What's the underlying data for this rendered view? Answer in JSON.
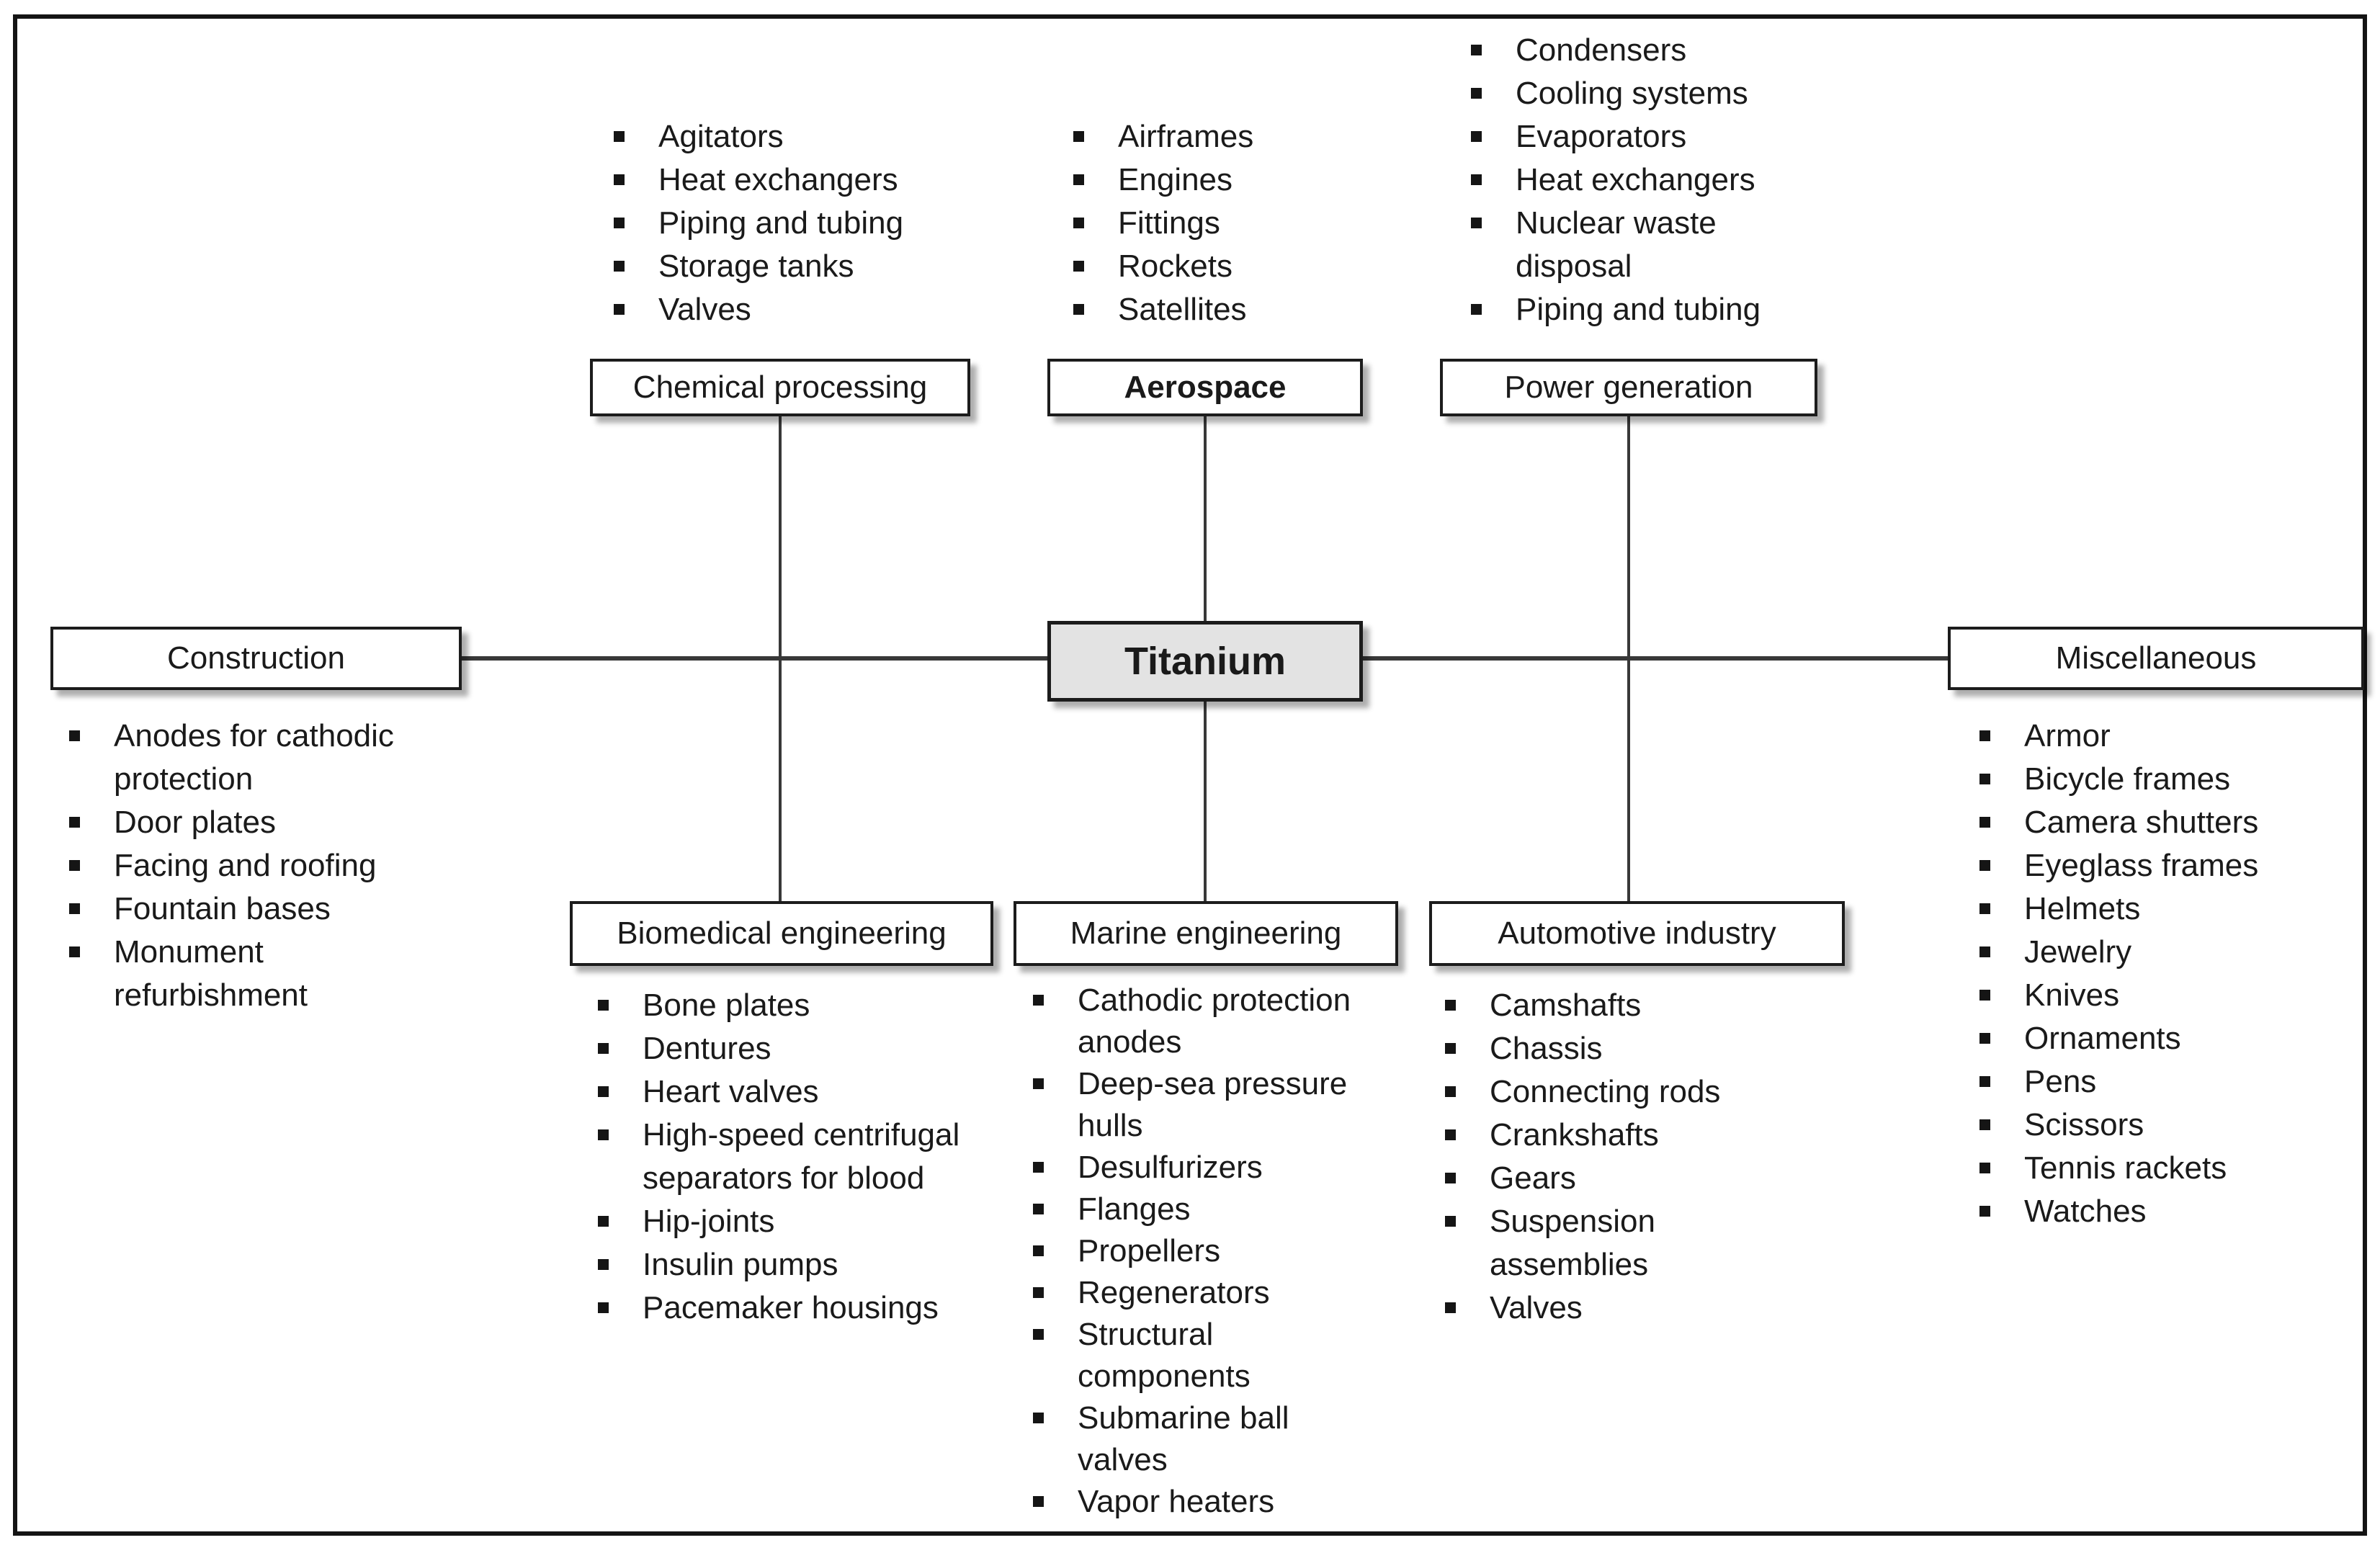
{
  "diagram": {
    "center_label": "Titanium",
    "colors": {
      "center_box_fill": "#e3e3e3",
      "node_box_fill": "#ffffff",
      "border": "#1c1c1c",
      "connector": "#383838",
      "text": "#1a1a1a"
    },
    "nodes": [
      {
        "label": "Chemical processing",
        "position": "top-left",
        "items": [
          "Agitators",
          "Heat exchangers",
          "Piping and tubing",
          "Storage tanks",
          "Valves"
        ]
      },
      {
        "label": "Aerospace",
        "position": "top-center",
        "items": [
          "Airframes",
          "Engines",
          "Fittings",
          "Rockets",
          "Satellites"
        ]
      },
      {
        "label": "Power generation",
        "position": "top-right",
        "items": [
          "Condensers",
          "Cooling systems",
          "Evaporators",
          "Heat exchangers",
          "Nuclear waste disposal",
          "Piping and tubing"
        ]
      },
      {
        "label": "Construction",
        "position": "middle-left",
        "items": [
          "Anodes for cathodic protection",
          "Door plates",
          "Facing and roofing",
          "Fountain bases",
          "Monument refurbishment"
        ]
      },
      {
        "label": "Miscellaneous",
        "position": "middle-right",
        "items": [
          "Armor",
          "Bicycle frames",
          "Camera shutters",
          "Eyeglass frames",
          "Helmets",
          "Jewelry",
          "Knives",
          "Ornaments",
          "Pens",
          "Scissors",
          "Tennis rackets",
          "Watches"
        ]
      },
      {
        "label": "Biomedical engineering",
        "position": "bottom-left",
        "items": [
          "Bone plates",
          "Dentures",
          "Heart valves",
          "High-speed centrifugal separators for blood",
          "Hip-joints",
          "Insulin pumps",
          "Pacemaker housings"
        ]
      },
      {
        "label": "Marine engineering",
        "position": "bottom-center",
        "items": [
          "Cathodic protection anodes",
          "Deep-sea pressure hulls",
          "Desulfurizers",
          "Flanges",
          "Propellers",
          "Regenerators",
          "Structural components",
          "Submarine ball valves",
          "Vapor heaters"
        ]
      },
      {
        "label": "Automotive industry",
        "position": "bottom-right",
        "items": [
          "Camshafts",
          "Chassis",
          "Connecting rods",
          "Crankshafts",
          "Gears",
          "Suspension assemblies",
          "Valves"
        ]
      }
    ]
  }
}
